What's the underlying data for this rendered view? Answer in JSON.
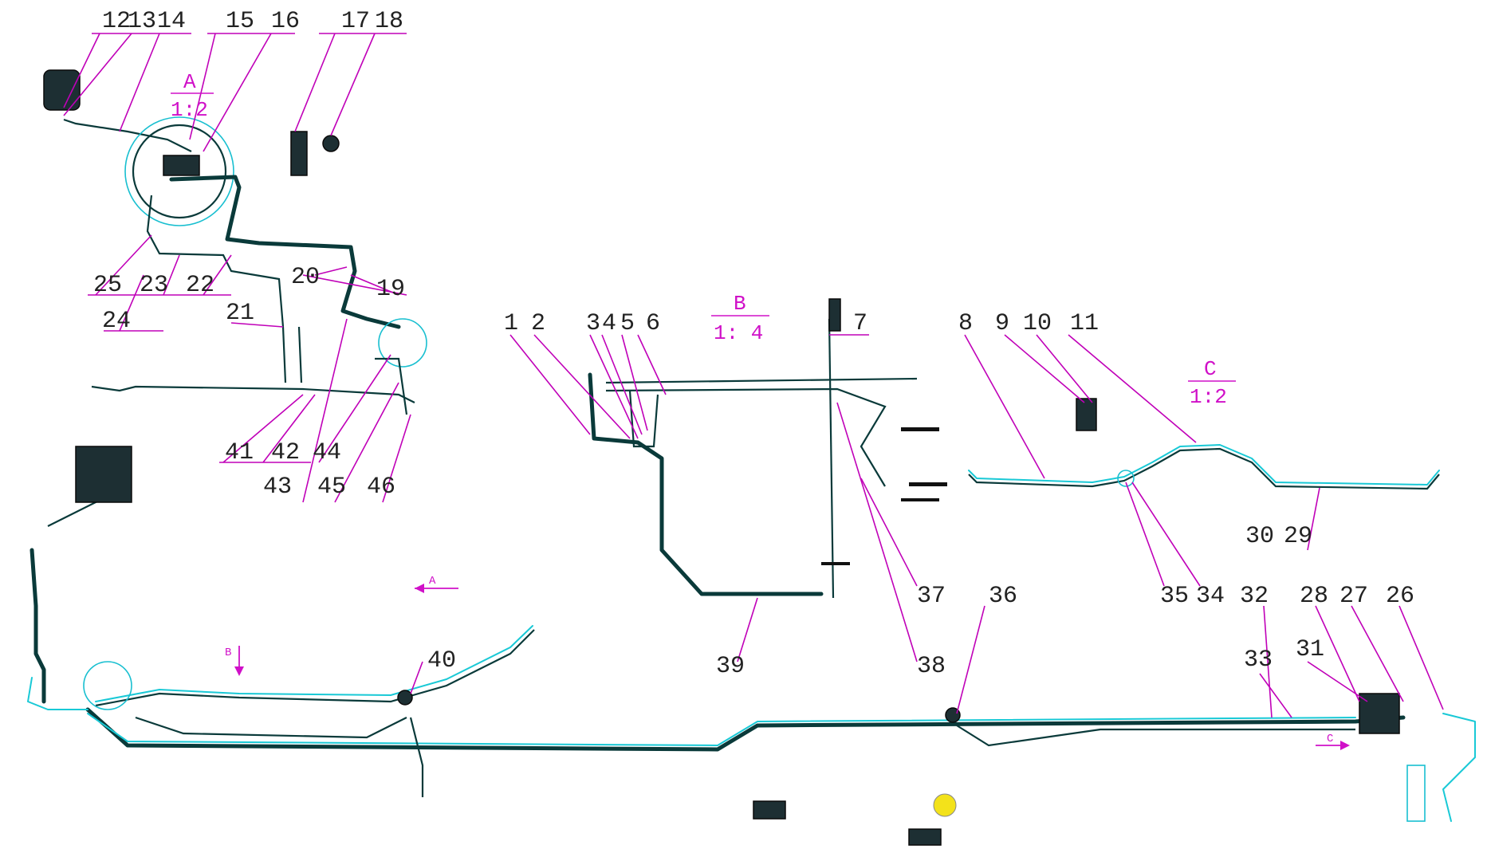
{
  "diagram": {
    "callouts": [
      {
        "id": "c1",
        "text": "1"
      },
      {
        "id": "c2",
        "text": "2"
      },
      {
        "id": "c3",
        "text": "3"
      },
      {
        "id": "c4",
        "text": "4"
      },
      {
        "id": "c5",
        "text": "5"
      },
      {
        "id": "c6",
        "text": "6"
      },
      {
        "id": "c7",
        "text": "7"
      },
      {
        "id": "c8",
        "text": "8"
      },
      {
        "id": "c9",
        "text": "9"
      },
      {
        "id": "c10",
        "text": "10"
      },
      {
        "id": "c11",
        "text": "11"
      },
      {
        "id": "c12",
        "text": "12"
      },
      {
        "id": "c13",
        "text": "13"
      },
      {
        "id": "c14",
        "text": "14"
      },
      {
        "id": "c15",
        "text": "15"
      },
      {
        "id": "c16",
        "text": "16"
      },
      {
        "id": "c17",
        "text": "17"
      },
      {
        "id": "c18",
        "text": "18"
      },
      {
        "id": "c19",
        "text": "19"
      },
      {
        "id": "c20",
        "text": "20"
      },
      {
        "id": "c21",
        "text": "21"
      },
      {
        "id": "c22",
        "text": "22"
      },
      {
        "id": "c23",
        "text": "23"
      },
      {
        "id": "c24",
        "text": "24"
      },
      {
        "id": "c25",
        "text": "25"
      },
      {
        "id": "c26",
        "text": "26"
      },
      {
        "id": "c27",
        "text": "27"
      },
      {
        "id": "c28",
        "text": "28"
      },
      {
        "id": "c29",
        "text": "29"
      },
      {
        "id": "c30",
        "text": "30"
      },
      {
        "id": "c31",
        "text": "31"
      },
      {
        "id": "c32",
        "text": "32"
      },
      {
        "id": "c33",
        "text": "33"
      },
      {
        "id": "c34",
        "text": "34"
      },
      {
        "id": "c35",
        "text": "35"
      },
      {
        "id": "c36",
        "text": "36"
      },
      {
        "id": "c37",
        "text": "37"
      },
      {
        "id": "c38",
        "text": "38"
      },
      {
        "id": "c39",
        "text": "39"
      },
      {
        "id": "c40",
        "text": "40"
      },
      {
        "id": "c41",
        "text": "41"
      },
      {
        "id": "c42",
        "text": "42"
      },
      {
        "id": "c43",
        "text": "43"
      },
      {
        "id": "c44",
        "text": "44"
      },
      {
        "id": "c45",
        "text": "45"
      },
      {
        "id": "c46",
        "text": "46"
      }
    ],
    "detail_views": [
      {
        "id": "view-a",
        "letter": "A",
        "scale": "1:2"
      },
      {
        "id": "view-b",
        "letter": "B",
        "scale": "1: 4"
      },
      {
        "id": "view-c",
        "letter": "C",
        "scale": "1:2"
      }
    ],
    "markers": [
      {
        "id": "marker-a",
        "text": "A"
      },
      {
        "id": "marker-b",
        "text": "B"
      },
      {
        "id": "marker-c",
        "text": "C"
      }
    ],
    "colors": {
      "leader": "#c000b8",
      "view_label": "#d010c8",
      "pipe_dark": "#0a3a3a",
      "pipe_cyan": "#19c9d6",
      "callout_text": "#222222",
      "highlight_yellow": "#f3e21a"
    }
  }
}
